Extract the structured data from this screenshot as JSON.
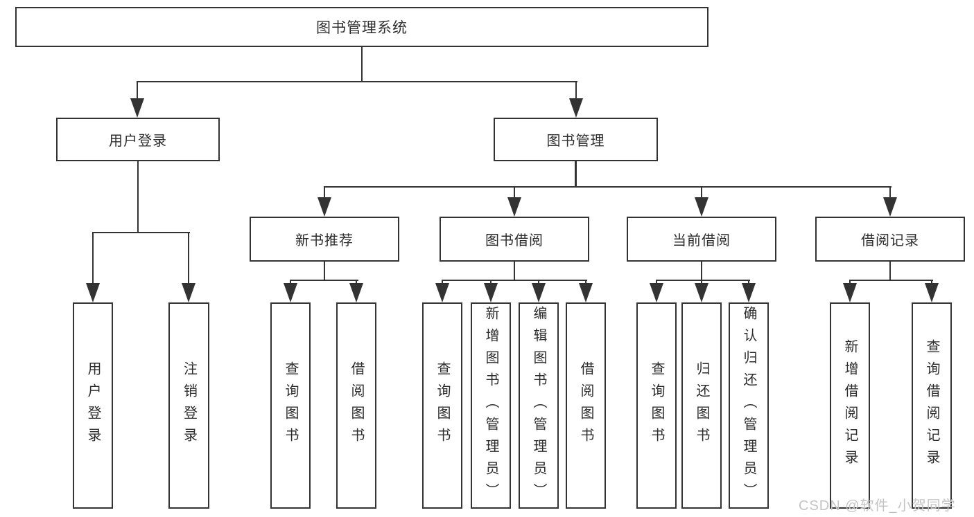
{
  "diagram_type": "hierarchy-tree",
  "title": "图书管理系统",
  "branches": [
    {
      "label": "用户登录",
      "children": [
        {
          "label": "用户登录"
        },
        {
          "label": "注销登录"
        }
      ]
    },
    {
      "label": "图书管理",
      "children": [
        {
          "label": "新书推荐",
          "children": [
            {
              "label": "查询图书"
            },
            {
              "label": "借阅图书"
            }
          ]
        },
        {
          "label": "图书借阅",
          "children": [
            {
              "label": "查询图书"
            },
            {
              "label": "新增图书（管理员）"
            },
            {
              "label": "编辑图书（管理员）"
            },
            {
              "label": "借阅图书"
            }
          ]
        },
        {
          "label": "当前借阅",
          "children": [
            {
              "label": "查询图书"
            },
            {
              "label": "归还图书"
            },
            {
              "label": "确认归还（管理员）"
            }
          ]
        },
        {
          "label": "借阅记录",
          "children": [
            {
              "label": "新增借阅记录"
            },
            {
              "label": "查询借阅记录"
            }
          ]
        }
      ]
    }
  ],
  "watermark": "CSDN @软件_小贺同学",
  "colors": {
    "line": "#333333",
    "text": "#2d2d2d",
    "watermark": "#c4c4c4",
    "background": "#ffffff"
  }
}
